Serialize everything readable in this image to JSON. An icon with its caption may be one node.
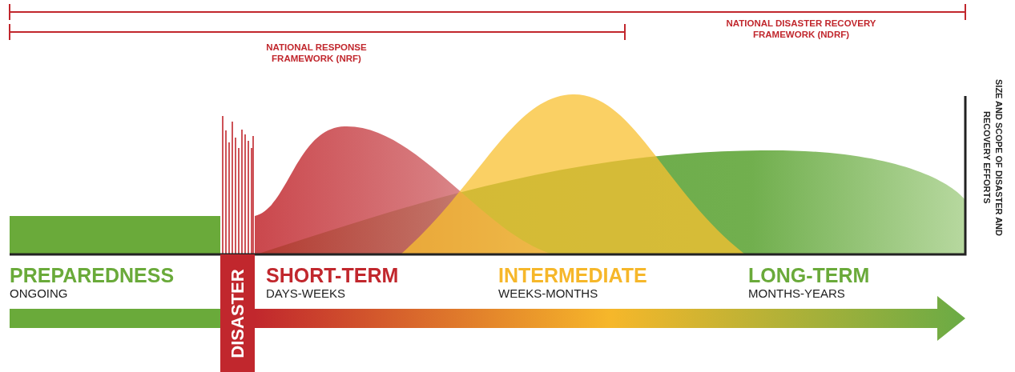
{
  "diagram": {
    "nodes": [
      {
        "text": [
          "PREPAREDNESS",
          "ONGOING"
        ]
      },
      {
        "text": [
          "DISASTER"
        ]
      },
      {
        "text": [
          "SHORT-TERM",
          "DAYS-WEEKS"
        ]
      },
      {
        "text": [
          "INTERMEDIATE",
          "WEEKS-MONTHS"
        ]
      },
      {
        "text": [
          "LONG-TERM",
          "MONTHS-YEARS"
        ]
      }
    ],
    "labels": [
      "NATIONAL DISASTER RECOVERY FRAMEWORK (NDRF)",
      "NATIONAL RESPONSE FRAMEWORK (NRF)",
      "SIZE AND SCOPE OF DISASTER AND RECOVERY EFFORTS"
    ]
  }
}
